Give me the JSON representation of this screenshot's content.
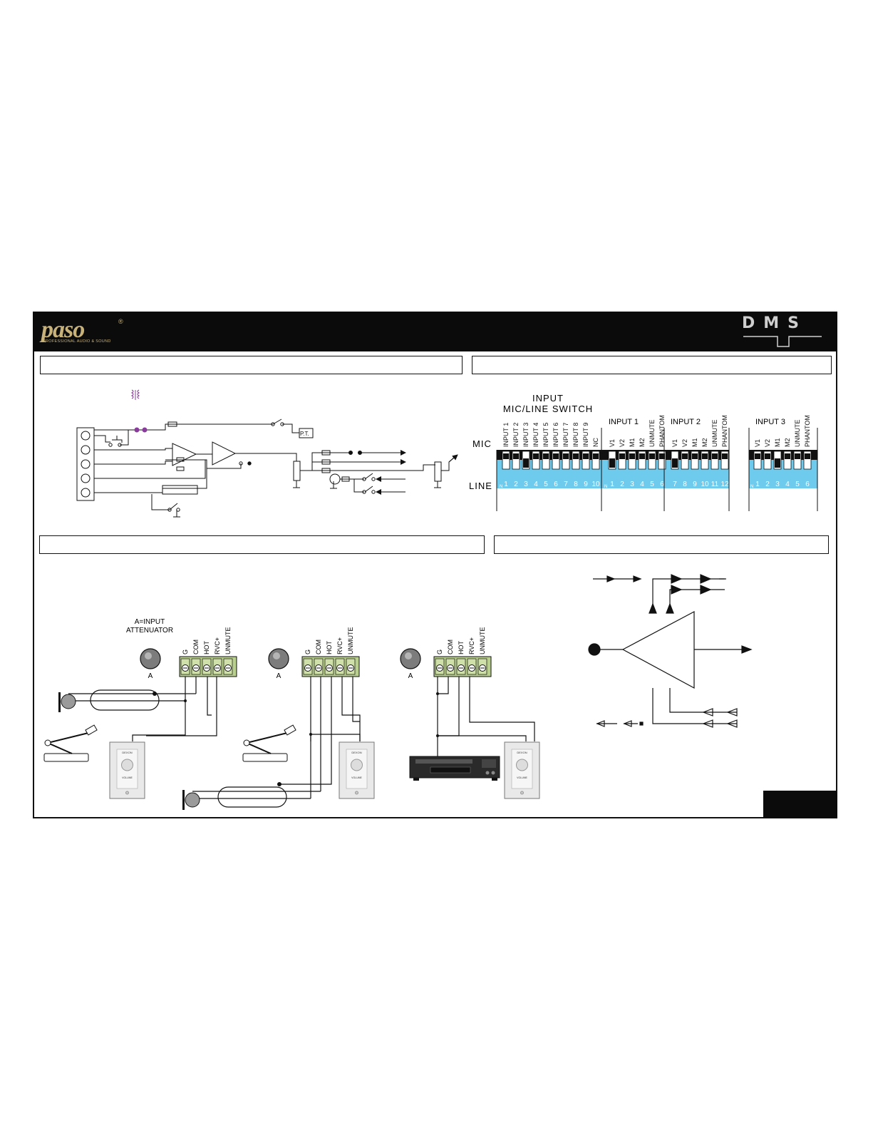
{
  "brand": {
    "logo_word": "paso",
    "logo_tagline": "PROFESSIONAL AUDIO & SOUND",
    "registered": "®",
    "product_mark": "DMS"
  },
  "dip_switch": {
    "title_line1": "INPUT",
    "title_line2": "MIC/LINE  SWITCH",
    "mic_label": "MIC",
    "line_label": "LINE",
    "bank_main_labels": [
      "INPUT 1",
      "INPUT 2",
      "INPUT 3",
      "INPUT 4",
      "INPUT 5",
      "INPUT 6",
      "INPUT 7",
      "INPUT 8",
      "INPUT 9",
      "NC"
    ],
    "bank_main_numbers": [
      "1",
      "2",
      "3",
      "4",
      "5",
      "6",
      "7",
      "8",
      "9",
      "10"
    ],
    "group_input1": "INPUT 1",
    "group_input2": "INPUT 2",
    "group_input3": "INPUT 3",
    "group_labels": [
      "V1",
      "V2",
      "M1",
      "M2",
      "UNMUTE",
      "PHANTOM"
    ],
    "bank_io_numbers": [
      "1",
      "2",
      "3",
      "4",
      "5",
      "6",
      "7",
      "8",
      "9",
      "10",
      "11",
      "12"
    ],
    "bank_in3_numbers": [
      "1",
      "2",
      "3",
      "4",
      "5",
      "6"
    ],
    "on_label": "N"
  },
  "schematic": {
    "pt_label": "P.T."
  },
  "connections": {
    "attenuator_label_line1": "A=INPUT",
    "attenuator_label_line2": "ATTENUATOR",
    "knob_letter": "A",
    "terminal_labels": [
      "G",
      "COM",
      "HOT",
      "RVC+",
      "UNMUTE"
    ],
    "wallplate_brand": "DEXON",
    "wallplate_text": "VOLUME"
  }
}
